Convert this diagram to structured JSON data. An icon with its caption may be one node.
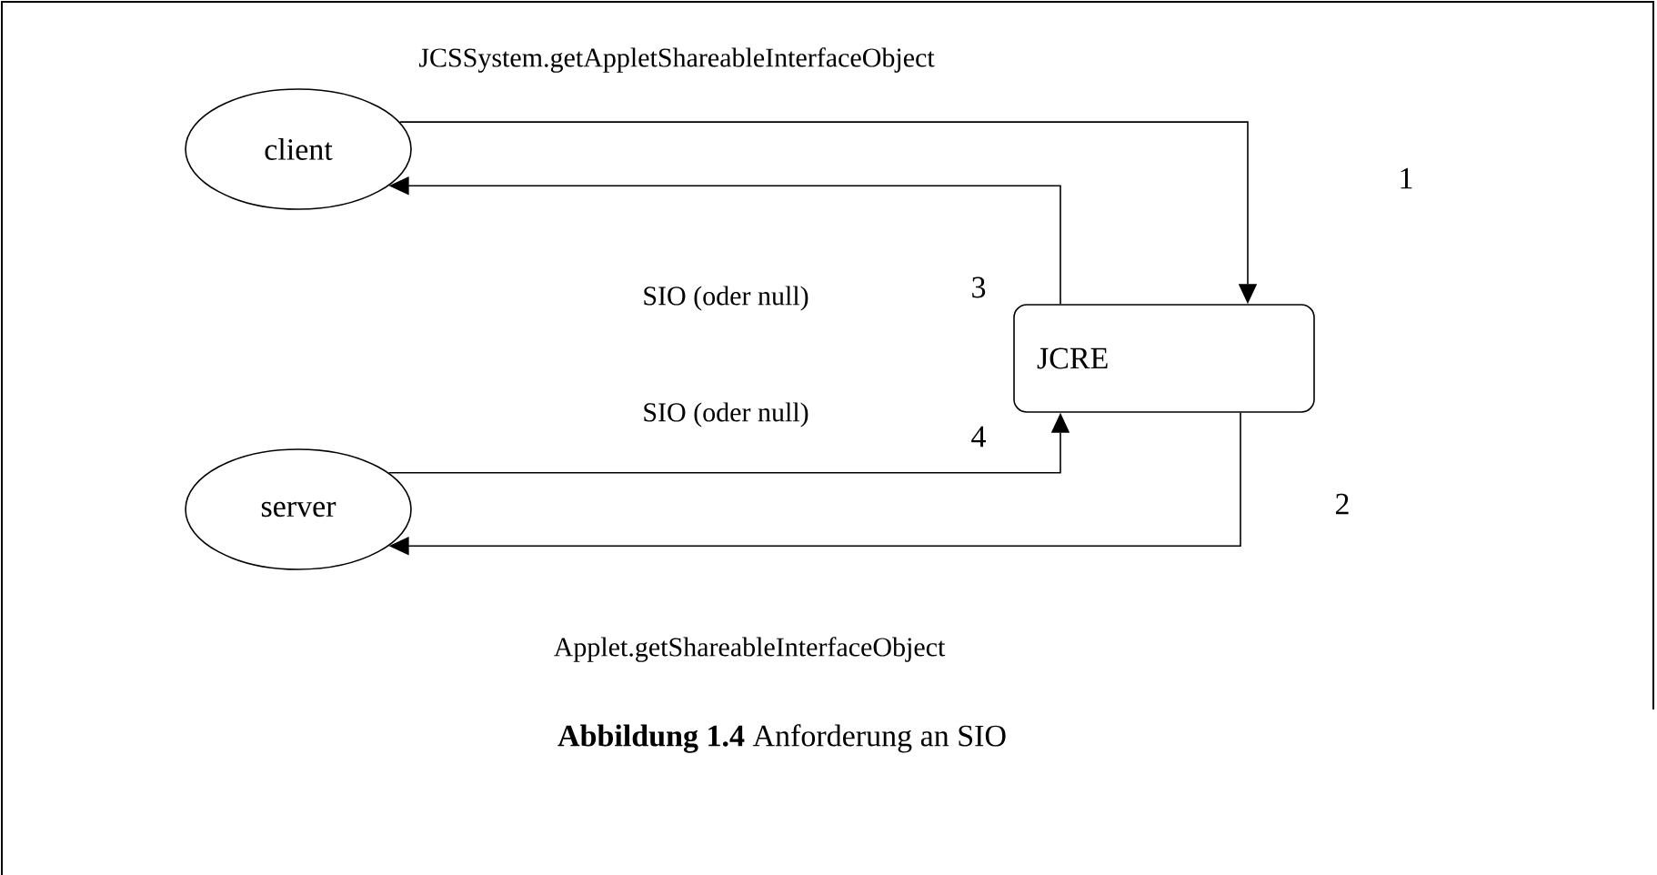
{
  "diagram": {
    "caption": "**Abbildung 1.4** Anforderung an SIO",
    "nodes": [
      {
        "text": [
          "client"
        ]
      },
      {
        "text": [
          "server"
        ]
      },
      {
        "text": [
          "JCRE"
        ]
      }
    ],
    "edges": [
      {
        "from": 0,
        "to": 2,
        "arrow": "to",
        "label": "JCSSystem.getAppletShareableInterfaceObject"
      },
      {
        "from": 2,
        "to": 0,
        "arrow": "to",
        "label": "SIO (oder null)"
      },
      {
        "from": 1,
        "to": 2,
        "arrow": "to",
        "label": "SIO (oder null)"
      },
      {
        "from": 2,
        "to": 1,
        "arrow": "to",
        "label": "Applet.getShareableInterfaceObject"
      }
    ],
    "labels": [
      "1",
      "3",
      "4",
      "2"
    ]
  }
}
